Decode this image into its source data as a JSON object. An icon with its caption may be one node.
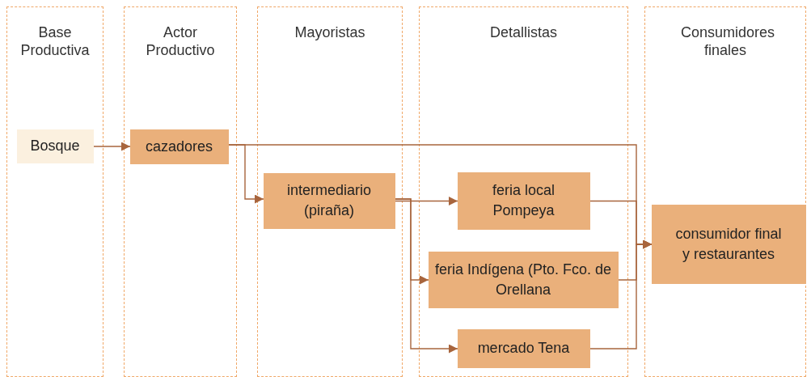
{
  "diagram": {
    "nodes": [
      {
        "text": [
          "Base Productiva"
        ]
      },
      {
        "text": [
          "Actor Productivo"
        ]
      },
      {
        "text": [
          "Mayoristas"
        ]
      },
      {
        "text": [
          "Detallistas"
        ]
      },
      {
        "text": [
          "Consumidores finales"
        ]
      },
      {
        "text": [
          "Bosque"
        ],
        "in": 0
      },
      {
        "text": [
          "cazadores"
        ],
        "in": 1
      },
      {
        "text": [
          "intermediario (piraña)"
        ],
        "in": 2
      },
      {
        "text": [
          "feria local Pompeya"
        ],
        "in": 3
      },
      {
        "text": [
          "feria Indígena (Pto. Fco. de Orellana"
        ],
        "in": 3
      },
      {
        "text": [
          "mercado Tena"
        ],
        "in": 3
      },
      {
        "text": [
          "consumidor final y restaurantes"
        ],
        "in": 4
      }
    ],
    "edges": [
      {
        "from": 5,
        "to": 6,
        "arrow": "to"
      },
      {
        "from": 6,
        "to": 11,
        "arrow": "to"
      },
      {
        "from": 6,
        "to": 7,
        "arrow": "to"
      },
      {
        "from": 7,
        "to": 8,
        "arrow": "to"
      },
      {
        "from": 7,
        "to": 9,
        "arrow": "to"
      },
      {
        "from": 7,
        "to": 10,
        "arrow": "to"
      },
      {
        "from": 8,
        "to": 11,
        "arrow": "to"
      },
      {
        "from": 9,
        "to": 11,
        "arrow": "to"
      },
      {
        "from": 10,
        "to": 11,
        "arrow": "to"
      }
    ]
  }
}
